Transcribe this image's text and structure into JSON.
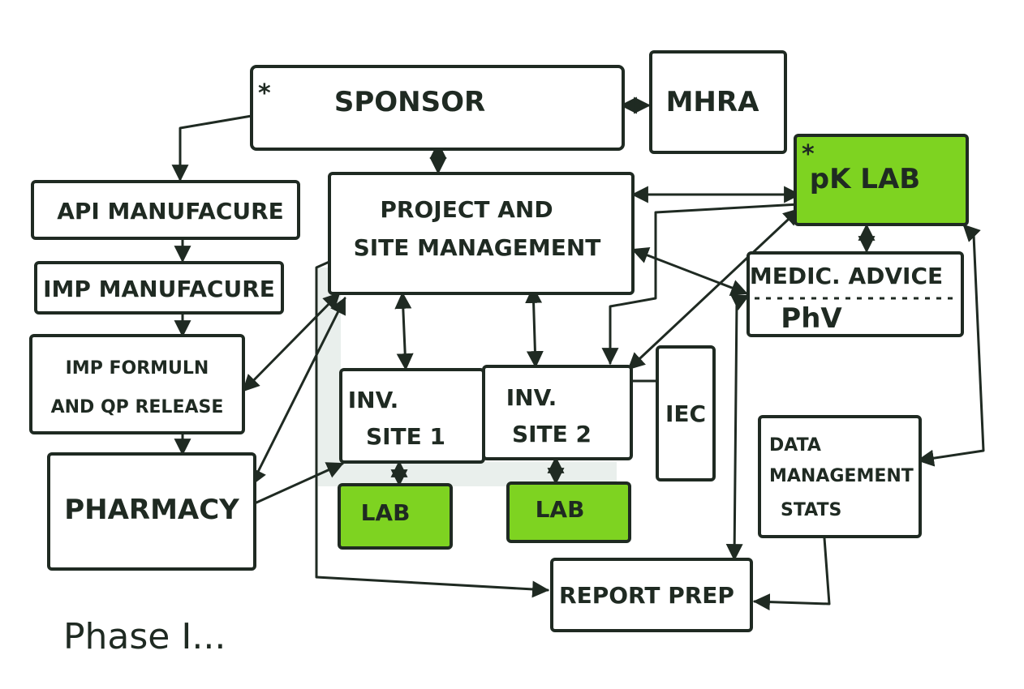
{
  "nodes": {
    "sponsor": "SPONSOR",
    "mhra": "MHRA",
    "pk_lab": "pK LAB",
    "api_manufacture": "API MANUFACURE",
    "imp_manufacture": "IMP MANUFACURE",
    "imp_formulation_line1": "IMP FORMULN",
    "imp_formulation_line2": "AND QP RELEASE",
    "pharmacy": "PHARMACY",
    "project_line1": "PROJECT AND",
    "project_line2": "SITE MANAGEMENT",
    "medic_advice": "MEDIC. ADVICE",
    "phv": "PhV",
    "inv_site1_line1": "INV.",
    "inv_site1_line2": "SITE 1",
    "inv_site2_line1": "INV.",
    "inv_site2_line2": "SITE 2",
    "iec": "IEC",
    "lab1": "LAB",
    "lab2": "LAB",
    "data_line1": "DATA",
    "data_line2": "MANAGEMENT",
    "data_line3": "STATS",
    "report_prep": "REPORT PREP"
  },
  "markers": {
    "sponsor_star": "*",
    "pk_lab_star": "*"
  },
  "caption": "Phase I...",
  "colors": {
    "ink": "#1f2a22",
    "highlight": "#7ed321",
    "shade": "#e9efec"
  }
}
